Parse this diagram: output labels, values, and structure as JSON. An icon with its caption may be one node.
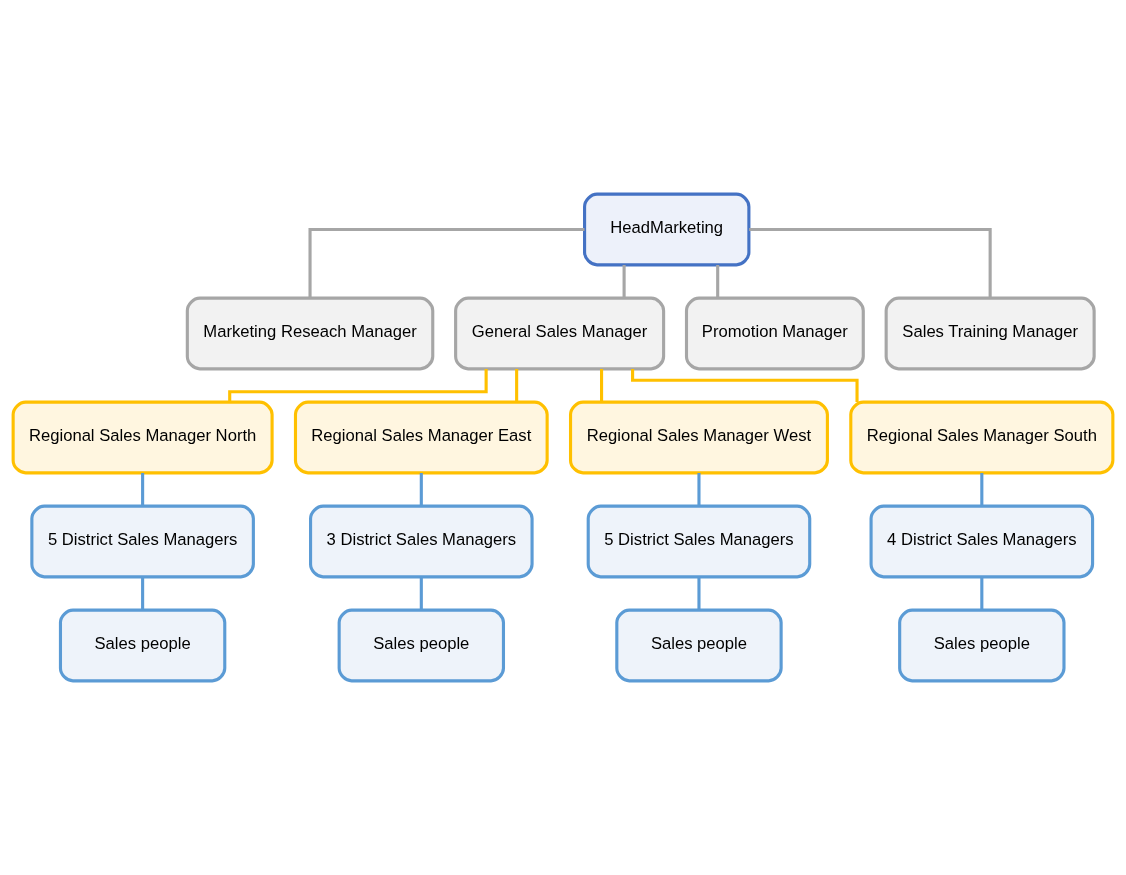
{
  "diagram": {
    "nodes": [
      {
        "text": [
          "HeadMarketing"
        ]
      },
      {
        "text": [
          "Marketing Reseach Manager"
        ]
      },
      {
        "text": [
          "General Sales Manager"
        ]
      },
      {
        "text": [
          "Promotion Manager"
        ]
      },
      {
        "text": [
          "Sales Training Manager"
        ]
      },
      {
        "text": [
          "Regional Sales Manager North"
        ]
      },
      {
        "text": [
          "Regional Sales Manager East"
        ]
      },
      {
        "text": [
          "Regional Sales Manager West"
        ]
      },
      {
        "text": [
          "Regional Sales Manager South"
        ]
      },
      {
        "text": [
          "5 District Sales Managers"
        ]
      },
      {
        "text": [
          "3 District Sales Managers"
        ]
      },
      {
        "text": [
          "5 District Sales Managers"
        ]
      },
      {
        "text": [
          "4 District Sales Managers"
        ]
      },
      {
        "text": [
          "Sales people"
        ]
      },
      {
        "text": [
          "Sales people"
        ]
      },
      {
        "text": [
          "Sales people"
        ]
      },
      {
        "text": [
          "Sales people"
        ]
      }
    ],
    "edges": [
      {
        "from": 0,
        "to": 1,
        "arrow": "none",
        "color": "#a6a6a6"
      },
      {
        "from": 0,
        "to": 2,
        "arrow": "none",
        "color": "#a6a6a6"
      },
      {
        "from": 0,
        "to": 3,
        "arrow": "none",
        "color": "#a6a6a6"
      },
      {
        "from": 0,
        "to": 4,
        "arrow": "none",
        "color": "#a6a6a6"
      },
      {
        "from": 2,
        "to": 5,
        "arrow": "none",
        "color": "#ffc000"
      },
      {
        "from": 2,
        "to": 6,
        "arrow": "none",
        "color": "#ffc000"
      },
      {
        "from": 2,
        "to": 7,
        "arrow": "none",
        "color": "#ffc000"
      },
      {
        "from": 2,
        "to": 8,
        "arrow": "none",
        "color": "#ffc000"
      },
      {
        "from": 5,
        "to": 9,
        "arrow": "none"
      },
      {
        "from": 6,
        "to": 10,
        "arrow": "none"
      },
      {
        "from": 7,
        "to": 11,
        "arrow": "none"
      },
      {
        "from": 8,
        "to": 12,
        "arrow": "none"
      },
      {
        "from": 9,
        "to": 13,
        "arrow": "none"
      },
      {
        "from": 10,
        "to": 14,
        "arrow": "none"
      },
      {
        "from": 11,
        "to": 15,
        "arrow": "none"
      },
      {
        "from": 12,
        "to": 16,
        "arrow": "none"
      }
    ]
  }
}
